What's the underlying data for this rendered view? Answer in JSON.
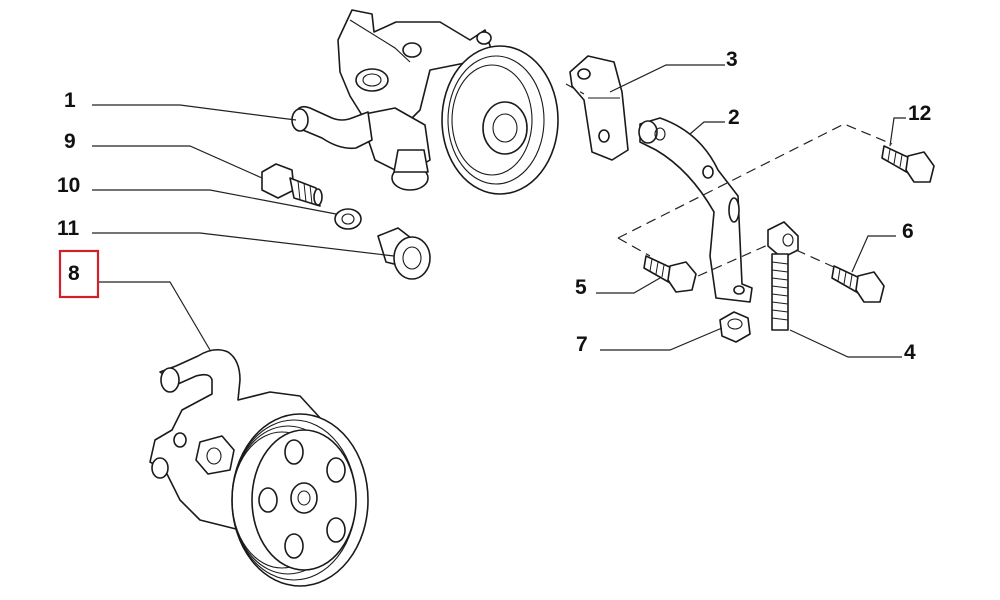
{
  "callouts": [
    {
      "id": "1",
      "text": "1"
    },
    {
      "id": "2",
      "text": "2"
    },
    {
      "id": "3",
      "text": "3"
    },
    {
      "id": "4",
      "text": "4"
    },
    {
      "id": "5",
      "text": "5"
    },
    {
      "id": "6",
      "text": "6"
    },
    {
      "id": "7",
      "text": "7"
    },
    {
      "id": "8",
      "text": "8",
      "highlighted": true
    },
    {
      "id": "9",
      "text": "9"
    },
    {
      "id": "10",
      "text": "10"
    },
    {
      "id": "11",
      "text": "11"
    },
    {
      "id": "12",
      "text": "12"
    }
  ],
  "colors": {
    "line": "#1a1a1a",
    "highlight_box": "#d0202a",
    "background": "#ffffff"
  }
}
